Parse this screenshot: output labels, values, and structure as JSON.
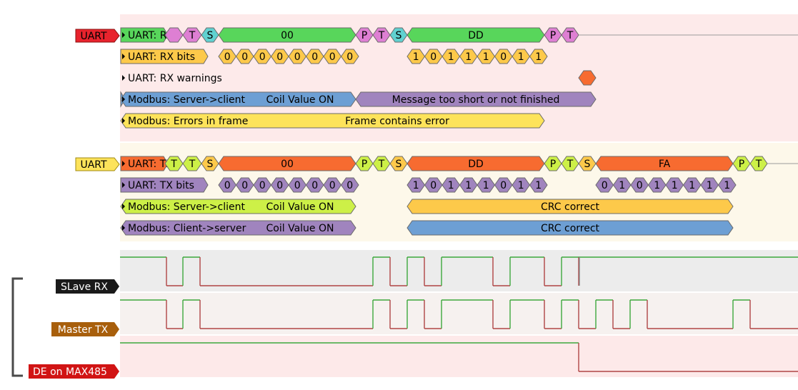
{
  "colors": {
    "rx_bg": "#fdeaea",
    "tx_bg": "#fdf8ea",
    "dig_bg1": "#ececec",
    "dig_bg2": "#f6f1ef",
    "dig_bg3": "#fde9e9",
    "uart_rx_label": "#e8232d",
    "uart_tx_label": "#fde35a",
    "slave_rx_label": "#1a1a1a",
    "master_tx_label": "#a85f0c",
    "de_label": "#d11414",
    "green": "#58d65b",
    "orange": "#f76b30",
    "magenta": "#de7fd3",
    "cyan": "#60d1d0",
    "amber": "#fdc94a",
    "purple": "#a084be",
    "blue": "#6d9fd4",
    "lime": "#cdf047",
    "yellow": "#fde35a",
    "bracket": "#4a4a4a",
    "trace_green": "#3da83d",
    "trace_red": "#b04545"
  },
  "channels": {
    "uart_rx": "UART",
    "uart_tx": "UART",
    "slave_rx": "SLave RX",
    "master_tx": "Master TX",
    "de": "DE on MAX485"
  },
  "rows": {
    "rx_main_label": "UART: RX",
    "rx_bits_label": "UART: RX bits",
    "rx_warn_label": "UART: RX warnings",
    "rx_modbus_label": "Modbus: Server->client",
    "rx_err_label": "Modbus: Errors in frame",
    "tx_main_label": "UART: TX",
    "tx_bits_label": "UART: TX bits",
    "tx_modbus_sc_label": "Modbus: Server->client",
    "tx_modbus_cs_label": "Modbus: Client->server"
  },
  "annotations": {
    "start": "S",
    "parity": "P",
    "stop": "T",
    "byte_00": "00",
    "byte_dd": "DD",
    "byte_fa": "FA",
    "bits_00": [
      "0",
      "0",
      "0",
      "0",
      "0",
      "0",
      "0",
      "0"
    ],
    "bits_dd": [
      "1",
      "0",
      "1",
      "1",
      "1",
      "0",
      "1",
      "1"
    ],
    "bits_fa": [
      "0",
      "1",
      "0",
      "1",
      "1",
      "1",
      "1",
      "1"
    ],
    "coil_on": "Coil Value ON",
    "too_short": "Message too short or not finished",
    "frame_error": "Frame contains error",
    "crc_correct": "CRC correct"
  }
}
